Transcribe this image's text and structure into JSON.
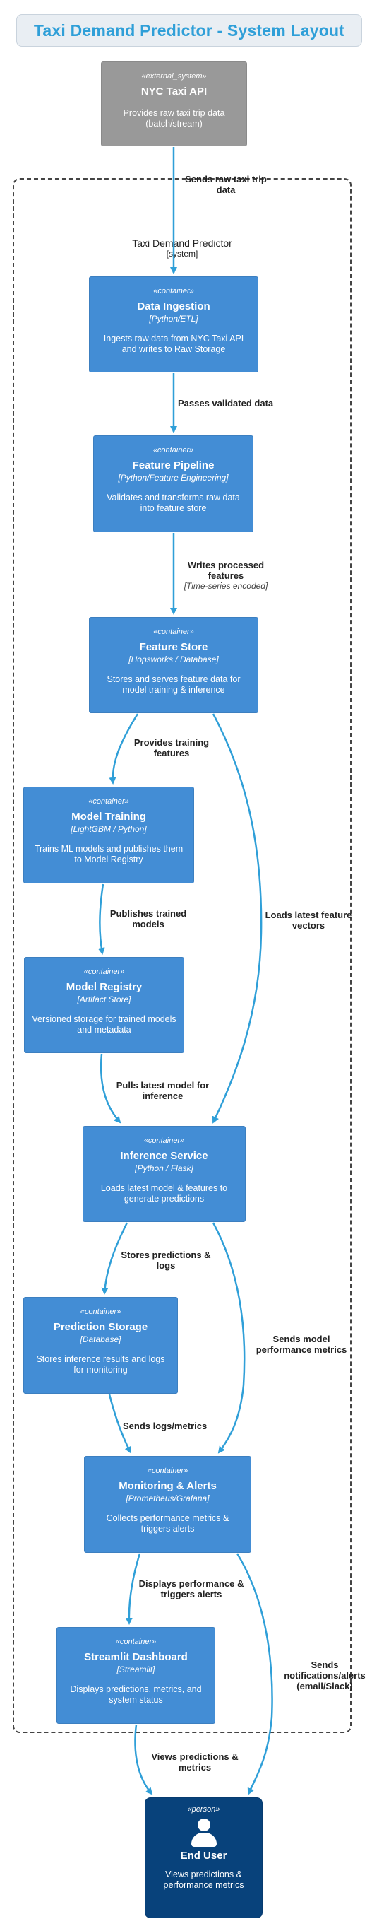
{
  "title": "Taxi Demand Predictor - System Layout",
  "boundary": {
    "name": "Taxi Demand Predictor",
    "type": "[system]"
  },
  "nodes": {
    "nyc_api": {
      "stereotype": "«external_system»",
      "name": "NYC Taxi API",
      "tech": "",
      "description": "Provides raw taxi trip data (batch/stream)"
    },
    "ingestion": {
      "stereotype": "«container»",
      "name": "Data Ingestion",
      "tech": "[Python/ETL]",
      "description": "Ingests raw data from NYC Taxi API and writes to Raw Storage"
    },
    "feature_pipeline": {
      "stereotype": "«container»",
      "name": "Feature Pipeline",
      "tech": "[Python/Feature Engineering]",
      "description": "Validates and transforms raw data into feature store"
    },
    "feature_store": {
      "stereotype": "«container»",
      "name": "Feature Store",
      "tech": "[Hopsworks / Database]",
      "description": "Stores and serves feature data for model training & inference"
    },
    "model_training": {
      "stereotype": "«container»",
      "name": "Model Training",
      "tech": "[LightGBM / Python]",
      "description": "Trains ML models and publishes them to Model Registry"
    },
    "model_registry": {
      "stereotype": "«container»",
      "name": "Model Registry",
      "tech": "[Artifact Store]",
      "description": "Versioned storage for trained models and metadata"
    },
    "inference": {
      "stereotype": "«container»",
      "name": "Inference Service",
      "tech": "[Python / Flask]",
      "description": "Loads latest model & features to generate predictions"
    },
    "prediction_storage": {
      "stereotype": "«container»",
      "name": "Prediction Storage",
      "tech": "[Database]",
      "description": "Stores inference results and logs for monitoring"
    },
    "monitoring": {
      "stereotype": "«container»",
      "name": "Monitoring & Alerts",
      "tech": "[Prometheus/Grafana]",
      "description": "Collects performance metrics & triggers alerts"
    },
    "dashboard": {
      "stereotype": "«container»",
      "name": "Streamlit Dashboard",
      "tech": "[Streamlit]",
      "description": "Displays predictions, metrics, and system status"
    },
    "end_user": {
      "stereotype": "«person»",
      "name": "End User",
      "tech": "",
      "description": "Views predictions & performance metrics",
      "icon": "person-icon"
    }
  },
  "edges": {
    "e1": {
      "label": "Sends raw taxi trip data",
      "tech": ""
    },
    "e2": {
      "label": "Passes validated data",
      "tech": ""
    },
    "e3": {
      "label": "Writes processed features",
      "tech": "[Time-series encoded]"
    },
    "e4": {
      "label": "Provides training features",
      "tech": ""
    },
    "e5": {
      "label": "Loads latest feature vectors",
      "tech": ""
    },
    "e6": {
      "label": "Publishes trained models",
      "tech": ""
    },
    "e7": {
      "label": "Pulls latest model for inference",
      "tech": ""
    },
    "e8": {
      "label": "Stores predictions & logs",
      "tech": ""
    },
    "e9": {
      "label": "Sends model performance metrics",
      "tech": ""
    },
    "e10": {
      "label": "Sends logs/metrics",
      "tech": ""
    },
    "e11": {
      "label": "Displays performance & triggers alerts",
      "tech": ""
    },
    "e12": {
      "label": "Sends notifications/alerts (email/Slack)",
      "tech": ""
    },
    "e13": {
      "label": "Views predictions & metrics",
      "tech": ""
    }
  },
  "colors": {
    "container": "#438dd5",
    "external_system": "#999999",
    "person": "#08427b",
    "arrow": "#2f9fd8",
    "title": "#2f9fd8"
  }
}
